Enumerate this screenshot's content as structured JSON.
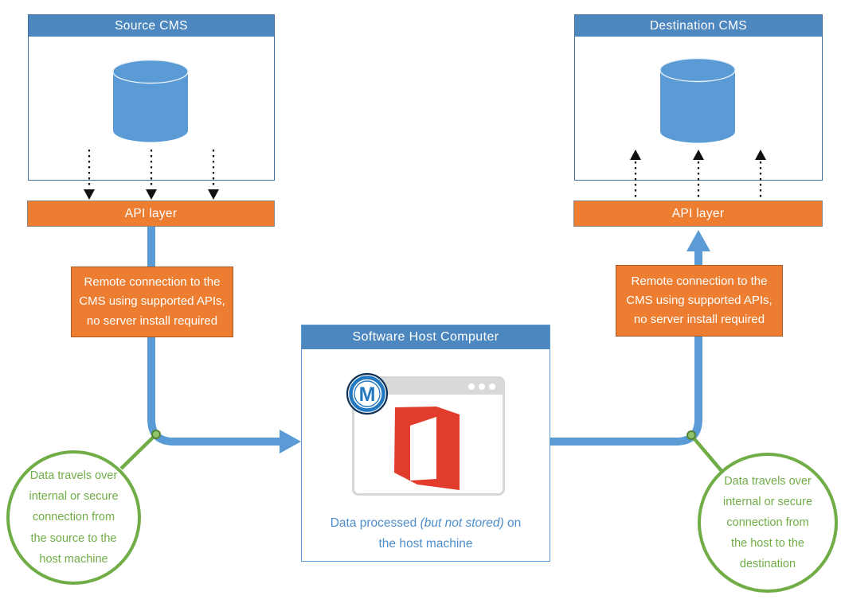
{
  "source": {
    "title": "Source CMS"
  },
  "destination": {
    "title": "Destination CMS"
  },
  "api_left": {
    "label": "API layer"
  },
  "api_right": {
    "label": "API layer"
  },
  "remote_left": {
    "text": "Remote connection to the CMS using supported APIs, no server install required"
  },
  "remote_right": {
    "text": "Remote connection to the CMS using supported APIs, no server install required"
  },
  "host": {
    "title": "Software Host Computer",
    "caption_prefix": "Data processed ",
    "caption_italic": "(but not stored)",
    "caption_suffix": " on the host machine",
    "logo_letter": "M"
  },
  "callout_left": {
    "text": "Data travels over internal or secure connection from the source to the host machine"
  },
  "callout_right": {
    "text": "Data travels over internal or secure connection from the host to the destination"
  },
  "colors": {
    "header_blue": "#4D87BF",
    "box_border_blue": "#41719C",
    "accent_blue": "#5B9BD5",
    "orange": "#ED7D31",
    "orange_border": "#AE5A21",
    "green": "#70AD47",
    "office_red": "#E23C2C",
    "caption_blue": "#4D8DCB",
    "titlebar_gray": "#D9D9D9",
    "arrow_black": "#111111"
  }
}
